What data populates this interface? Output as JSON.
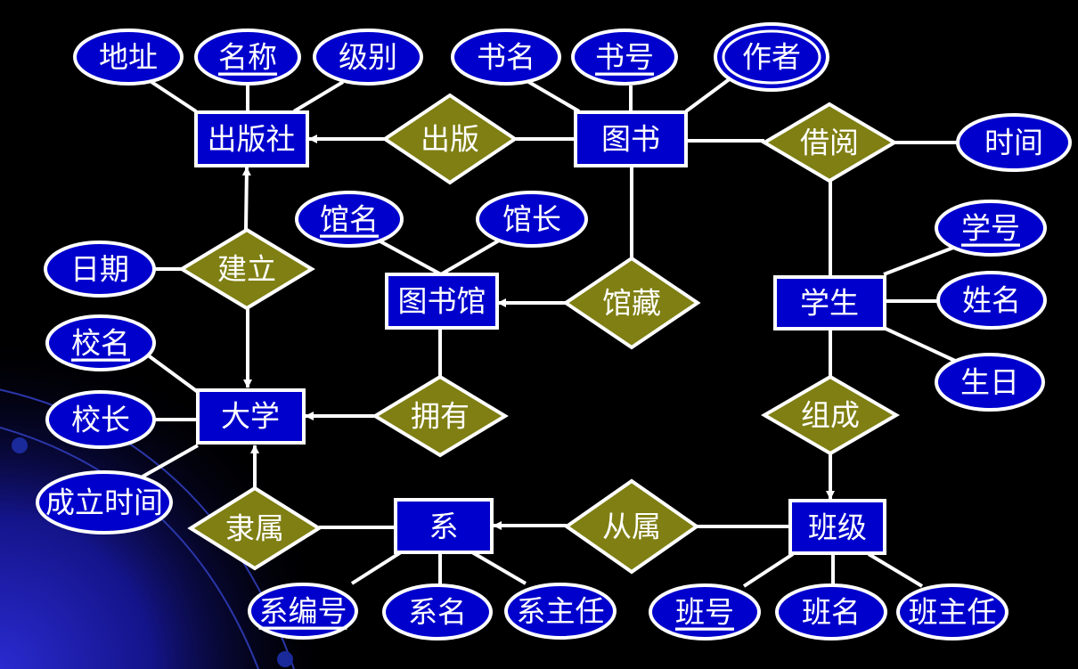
{
  "colors": {
    "background": "#000000",
    "entity_fill": "#0000cc",
    "attribute_fill": "#0000cc",
    "relationship_fill": "#7f7f13",
    "line": "#ffffff"
  },
  "entities": {
    "publisher": "出版社",
    "book": "图书",
    "library": "图书馆",
    "student": "学生",
    "university": "大学",
    "department": "系",
    "class": "班级"
  },
  "relationships": {
    "publish": "出版",
    "borrow": "借阅",
    "establish": "建立",
    "collect": "馆藏",
    "own": "拥有",
    "compose": "组成",
    "belong_to": "隶属",
    "subordinate": "从属"
  },
  "attributes": {
    "publisher_address": "地址",
    "publisher_name": "名称",
    "publisher_level": "级别",
    "book_title": "书名",
    "book_number": "书号",
    "book_author": "作者",
    "borrow_time": "时间",
    "library_name": "馆名",
    "library_head": "馆长",
    "establish_date": "日期",
    "student_id": "学号",
    "student_name": "姓名",
    "student_birthday": "生日",
    "university_name": "校名",
    "university_president": "校长",
    "university_founded": "成立时间",
    "dept_number": "系编号",
    "dept_name": "系名",
    "dept_head": "系主任",
    "class_number": "班号",
    "class_name": "班名",
    "class_head": "班主任"
  }
}
